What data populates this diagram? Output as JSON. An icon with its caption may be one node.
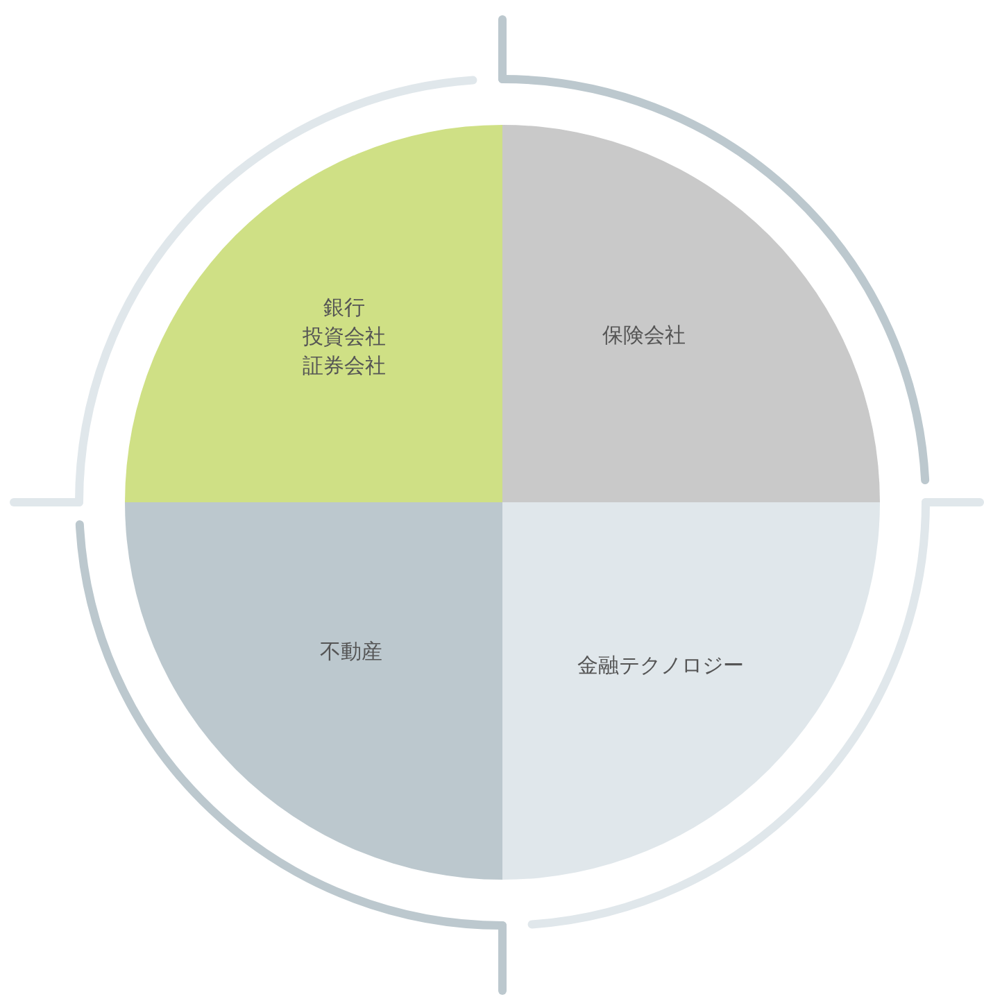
{
  "diagram": {
    "nodes": [
      {
        "text": [
          "銀行",
          "投資会社",
          "証券会社"
        ]
      },
      {
        "text": [
          "保険会社"
        ]
      },
      {
        "text": [
          "不動産"
        ]
      },
      {
        "text": [
          "金融テクノロジー"
        ]
      }
    ]
  }
}
